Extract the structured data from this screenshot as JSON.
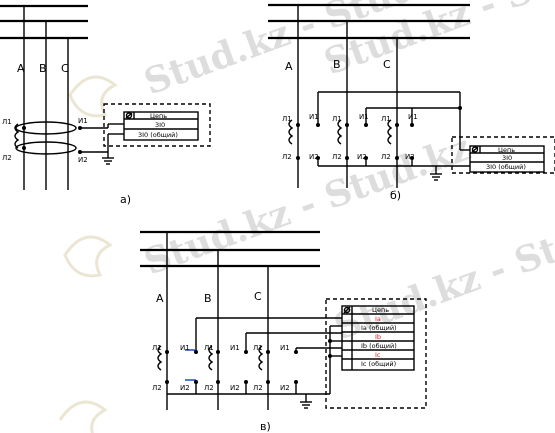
{
  "watermark": {
    "text": "Stud.kz",
    "tiles": [
      "Stud.kz - Stud.kz",
      "Stud.kz - Stud.kz",
      "Stud.kz - Stud.kz",
      "Stud.kz - Stud.kz"
    ]
  },
  "colors": {
    "line": "#000000",
    "watermark": "#cfcfcf",
    "accent_blue": "#2a56c6",
    "accent_red": "#cc2222"
  },
  "panel_a": {
    "caption": "а)",
    "phases": [
      "A",
      "B",
      "C"
    ],
    "ct_labels": {
      "L1": "Л1",
      "L2": "Л2",
      "I1": "И1",
      "I2": "И2"
    },
    "table": {
      "header": "Цепь",
      "rows": [
        "3I0",
        "3I0 (общий)"
      ]
    }
  },
  "panel_b": {
    "caption": "б)",
    "phases": [
      "A",
      "B",
      "C"
    ],
    "ct_labels": {
      "L1": "Л1",
      "L2": "Л2",
      "I1": "И1",
      "I2": "И2"
    },
    "table": {
      "header": "Цепь",
      "rows": [
        "3I0",
        "3I0 (общий)"
      ]
    }
  },
  "panel_c": {
    "caption": "в)",
    "phases": [
      "A",
      "B",
      "C"
    ],
    "ct_labels": {
      "L1": "Л1",
      "L2": "Л2",
      "I1": "И1",
      "I2": "И2"
    },
    "table": {
      "header": "Цепь",
      "rows": [
        "Ia",
        "Ia (общий)",
        "Ib",
        "Ib (общий)",
        "Ic",
        "Ic (общий)"
      ]
    }
  }
}
